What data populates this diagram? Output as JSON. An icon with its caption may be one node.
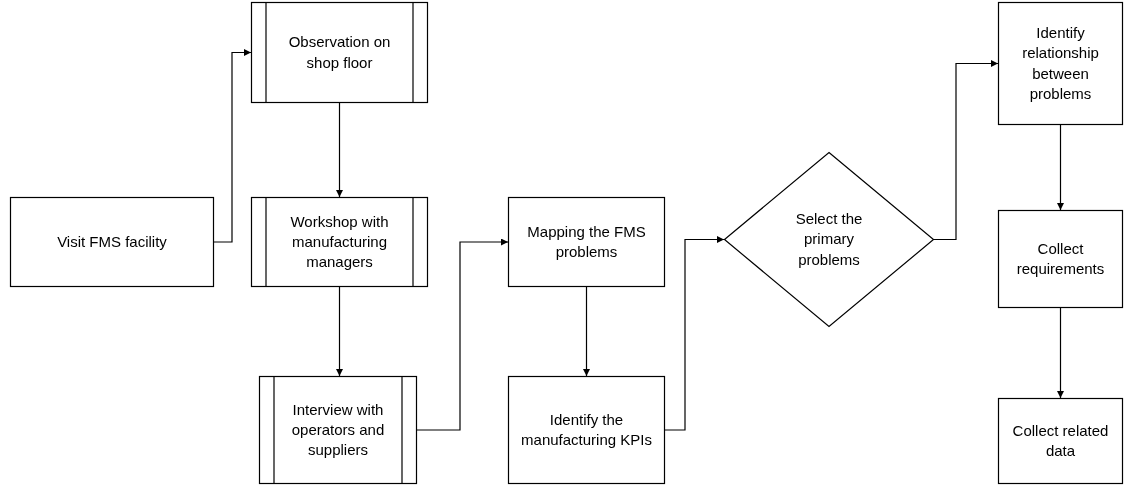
{
  "diagram": {
    "nodes": [
      {
        "text": [
          "Visit FMS facility"
        ]
      },
      {
        "text": [
          "Observation on shop floor"
        ]
      },
      {
        "text": [
          "Workshop with manufacturing managers"
        ]
      },
      {
        "text": [
          "Interview with operators and suppliers"
        ]
      },
      {
        "text": [
          "Mapping the FMS problems"
        ]
      },
      {
        "text": [
          "Identify the manufacturing KPIs"
        ]
      },
      {
        "text": [
          "Select the primary problems"
        ]
      },
      {
        "text": [
          "Identify relationship between problems"
        ]
      },
      {
        "text": [
          "Collect requirements"
        ]
      },
      {
        "text": [
          "Collect related data"
        ]
      }
    ],
    "edges": [
      {
        "from": 0,
        "to": 1,
        "arrow": "to"
      },
      {
        "from": 1,
        "to": 2,
        "arrow": "to"
      },
      {
        "from": 2,
        "to": 3,
        "arrow": "to"
      },
      {
        "from": 3,
        "to": 4,
        "arrow": "to"
      },
      {
        "from": 4,
        "to": 5,
        "arrow": "to"
      },
      {
        "from": 5,
        "to": 6,
        "arrow": "to"
      },
      {
        "from": 6,
        "to": 7,
        "arrow": "to"
      },
      {
        "from": 7,
        "to": 8,
        "arrow": "to"
      },
      {
        "from": 8,
        "to": 9,
        "arrow": "to"
      }
    ]
  }
}
